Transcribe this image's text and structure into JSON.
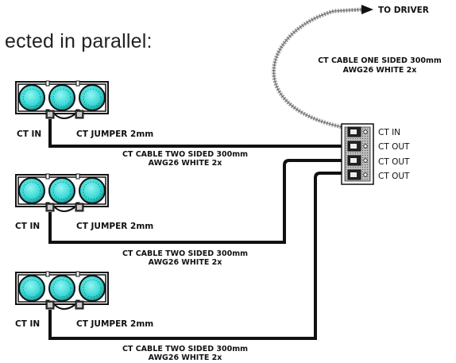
{
  "heading": "ected in parallel:",
  "driver_label": "TO DRIVER",
  "one_sided_cable": {
    "line1": "CT CABLE ONE SIDED 300mm",
    "line2": "AWG26 WHITE 2x"
  },
  "junction_ports": [
    "CT IN",
    "CT OUT",
    "CT OUT",
    "CT OUT"
  ],
  "modules": [
    {
      "ct_in": "CT IN",
      "jumper": "CT JUMPER 2mm",
      "cable_line1": "CT CABLE TWO SIDED 300mm",
      "cable_line2": "AWG26 WHITE 2x"
    },
    {
      "ct_in": "CT IN",
      "jumper": "CT JUMPER 2mm",
      "cable_line1": "CT CABLE TWO SIDED 300mm",
      "cable_line2": "AWG26 WHITE 2x"
    },
    {
      "ct_in": "CT IN",
      "jumper": "CT JUMPER 2mm",
      "cable_line1": "CT CABLE TWO SIDED 300mm",
      "cable_line2": "AWG26 WHITE 2x"
    }
  ],
  "colors": {
    "led": "#33d6d3",
    "led_dark": "#118f8c",
    "cable": "#111111",
    "board": "#ffffff"
  }
}
